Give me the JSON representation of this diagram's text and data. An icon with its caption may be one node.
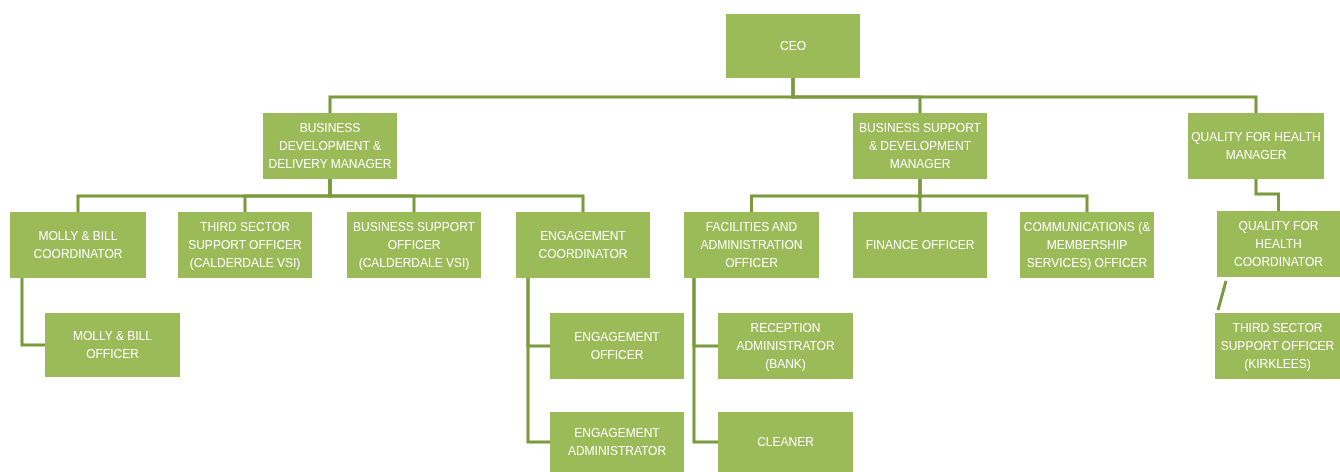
{
  "diagram": {
    "nodes": [
      {
        "text": [
          "CEO"
        ]
      },
      {
        "text": [
          "BUSINESS DEVELOPMENT & DELIVERY MANAGER"
        ]
      },
      {
        "text": [
          "BUSINESS SUPPORT & DEVELOPMENT MANAGER"
        ]
      },
      {
        "text": [
          "QUALITY FOR HEALTH MANAGER"
        ]
      },
      {
        "text": [
          "MOLLY & BILL COORDINATOR"
        ]
      },
      {
        "text": [
          "THIRD SECTOR SUPPORT OFFICER (CALDERDALE VSI)"
        ]
      },
      {
        "text": [
          "BUSINESS SUPPORT OFFICER (CALDERDALE VSI)"
        ]
      },
      {
        "text": [
          "ENGAGEMENT COORDINATOR"
        ]
      },
      {
        "text": [
          "FACILITIES AND ADMINISTRATION OFFICER"
        ]
      },
      {
        "text": [
          "FINANCE OFFICER"
        ]
      },
      {
        "text": [
          "COMMUNICATIONS (& MEMBERSHIP SERVICES) OFFICER"
        ]
      },
      {
        "text": [
          "QUALITY FOR HEALTH COORDINATOR"
        ]
      },
      {
        "text": [
          "MOLLY & BILL OFFICER"
        ]
      },
      {
        "text": [
          "ENGAGEMENT OFFICER"
        ]
      },
      {
        "text": [
          "ENGAGEMENT ADMINISTRATOR"
        ]
      },
      {
        "text": [
          "RECEPTION ADMINISTRATOR (BANK)"
        ]
      },
      {
        "text": [
          "CLEANER"
        ]
      },
      {
        "text": [
          "THIRD SECTOR SUPPORT OFFICER (KIRKLEES)"
        ]
      }
    ],
    "edges": [
      {
        "from": 0,
        "to": 1,
        "arrow": "none"
      },
      {
        "from": 0,
        "to": 2,
        "arrow": "none"
      },
      {
        "from": 0,
        "to": 3,
        "arrow": "none"
      },
      {
        "from": 1,
        "to": 4,
        "arrow": "none"
      },
      {
        "from": 1,
        "to": 5,
        "arrow": "none"
      },
      {
        "from": 1,
        "to": 6,
        "arrow": "none"
      },
      {
        "from": 1,
        "to": 7,
        "arrow": "none"
      },
      {
        "from": 2,
        "to": 8,
        "arrow": "none"
      },
      {
        "from": 2,
        "to": 9,
        "arrow": "none"
      },
      {
        "from": 2,
        "to": 10,
        "arrow": "none"
      },
      {
        "from": 3,
        "to": 11,
        "arrow": "none"
      },
      {
        "from": 4,
        "to": 12,
        "arrow": "none"
      },
      {
        "from": 7,
        "to": 13,
        "arrow": "none"
      },
      {
        "from": 7,
        "to": 14,
        "arrow": "none"
      },
      {
        "from": 8,
        "to": 15,
        "arrow": "none"
      },
      {
        "from": 8,
        "to": 16,
        "arrow": "none"
      },
      {
        "from": 11,
        "to": 17,
        "arrow": "none"
      }
    ]
  }
}
